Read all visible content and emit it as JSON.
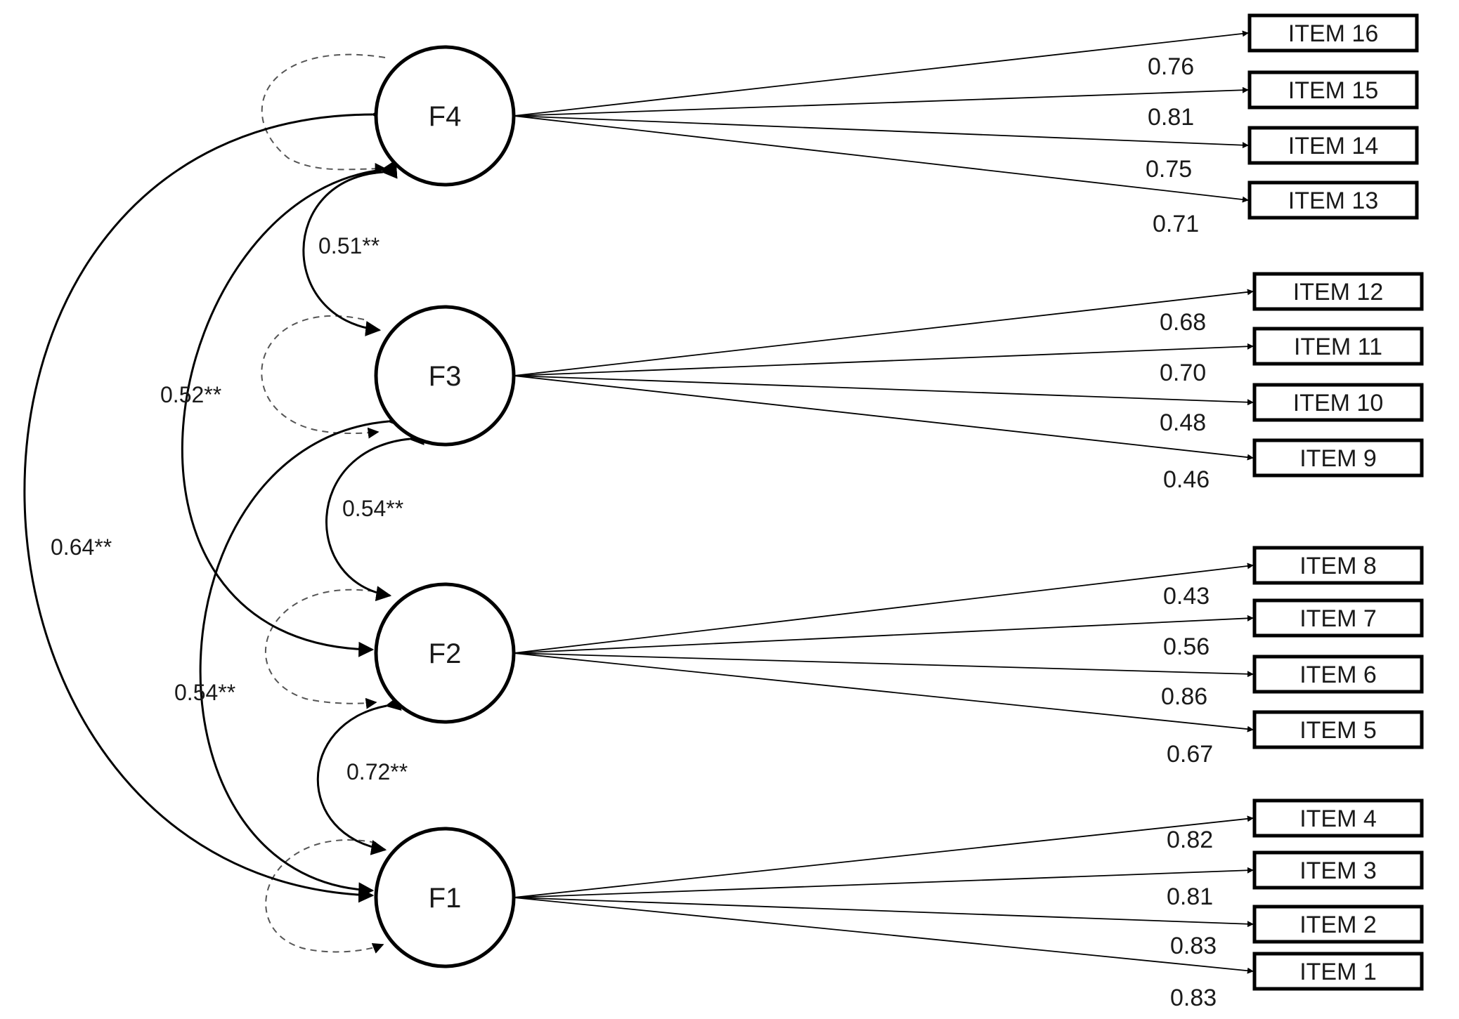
{
  "colors": {
    "line": "#000000",
    "text": "#1a1a1a",
    "residual": "#555555",
    "background": "#ffffff"
  },
  "factors": [
    {
      "id": "F4",
      "label": "F4"
    },
    {
      "id": "F3",
      "label": "F3"
    },
    {
      "id": "F2",
      "label": "F2"
    },
    {
      "id": "F1",
      "label": "F1"
    }
  ],
  "items": [
    {
      "label": "ITEM 16",
      "factor": "F4",
      "loading": "0.76"
    },
    {
      "label": "ITEM 15",
      "factor": "F4",
      "loading": "0.81"
    },
    {
      "label": "ITEM 14",
      "factor": "F4",
      "loading": "0.75"
    },
    {
      "label": "ITEM 13",
      "factor": "F4",
      "loading": "0.71"
    },
    {
      "label": "ITEM 12",
      "factor": "F3",
      "loading": "0.68"
    },
    {
      "label": "ITEM 11",
      "factor": "F3",
      "loading": "0.70"
    },
    {
      "label": "ITEM 10",
      "factor": "F3",
      "loading": "0.48"
    },
    {
      "label": "ITEM 9",
      "factor": "F3",
      "loading": "0.46"
    },
    {
      "label": "ITEM 8",
      "factor": "F2",
      "loading": "0.43"
    },
    {
      "label": "ITEM 7",
      "factor": "F2",
      "loading": "0.56"
    },
    {
      "label": "ITEM 6",
      "factor": "F2",
      "loading": "0.86"
    },
    {
      "label": "ITEM 5",
      "factor": "F2",
      "loading": "0.67"
    },
    {
      "label": "ITEM 4",
      "factor": "F1",
      "loading": "0.82"
    },
    {
      "label": "ITEM 3",
      "factor": "F1",
      "loading": "0.81"
    },
    {
      "label": "ITEM 2",
      "factor": "F1",
      "loading": "0.83"
    },
    {
      "label": "ITEM 1",
      "factor": "F1",
      "loading": "0.83"
    }
  ],
  "correlations": [
    {
      "from": "F4",
      "to": "F3",
      "value": "0.51**"
    },
    {
      "from": "F4",
      "to": "F2",
      "value": "0.52**"
    },
    {
      "from": "F4",
      "to": "F1",
      "value": "0.64**"
    },
    {
      "from": "F3",
      "to": "F2",
      "value": "0.54**"
    },
    {
      "from": "F3",
      "to": "F1",
      "value": "0.54**"
    },
    {
      "from": "F2",
      "to": "F1",
      "value": "0.72**"
    }
  ]
}
